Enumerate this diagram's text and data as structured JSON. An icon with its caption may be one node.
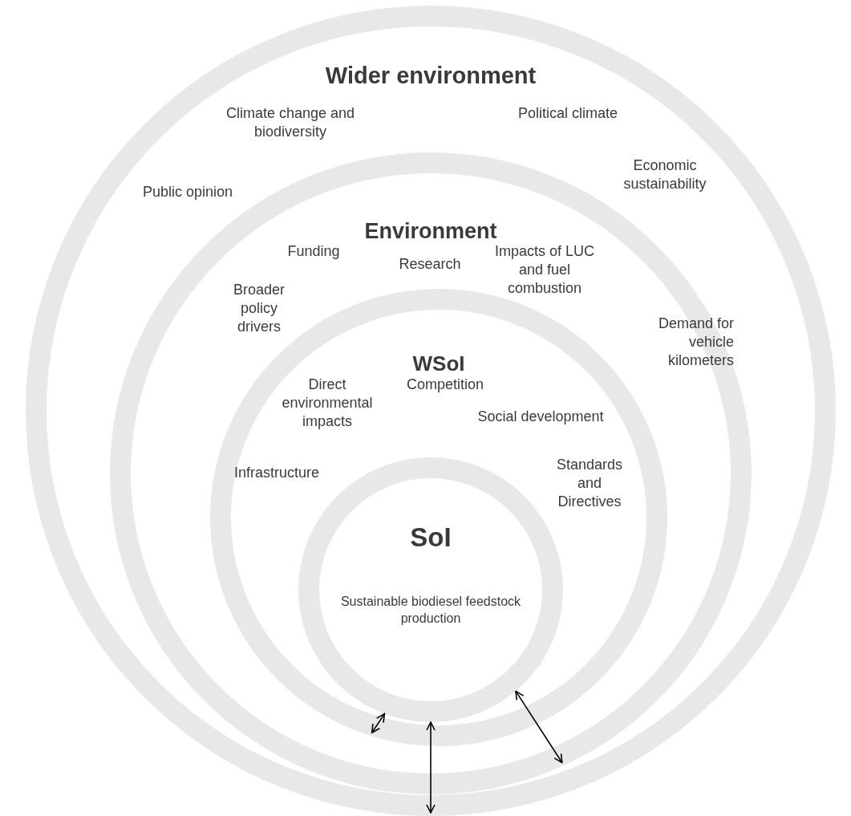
{
  "diagram": {
    "nodes": [
      {
        "text": [
          "Wider environment"
        ]
      },
      {
        "text": [
          "Environment"
        ],
        "in": 0
      },
      {
        "text": [
          "WSoI"
        ],
        "in": 1
      },
      {
        "text": [
          "SoI",
          "Sustainable biodiesel feedstock production"
        ],
        "in": 2
      }
    ],
    "edges": [
      {
        "from": 3,
        "to": 2,
        "arrow": "both"
      },
      {
        "from": 3,
        "to": 1,
        "arrow": "both"
      },
      {
        "from": 3,
        "to": 0,
        "arrow": "both"
      }
    ],
    "labels": [
      "Climate change and biodiversity",
      "Political climate",
      "Public opinion",
      "Economic sustainability",
      "Funding",
      "Research",
      "Impacts of LUC and fuel combustion",
      "Broader policy drivers",
      "Demand for vehicle kilometers",
      "Direct environmental impacts",
      "Competition",
      "Social development",
      "Infrastructure",
      "Standards and Directives"
    ]
  }
}
